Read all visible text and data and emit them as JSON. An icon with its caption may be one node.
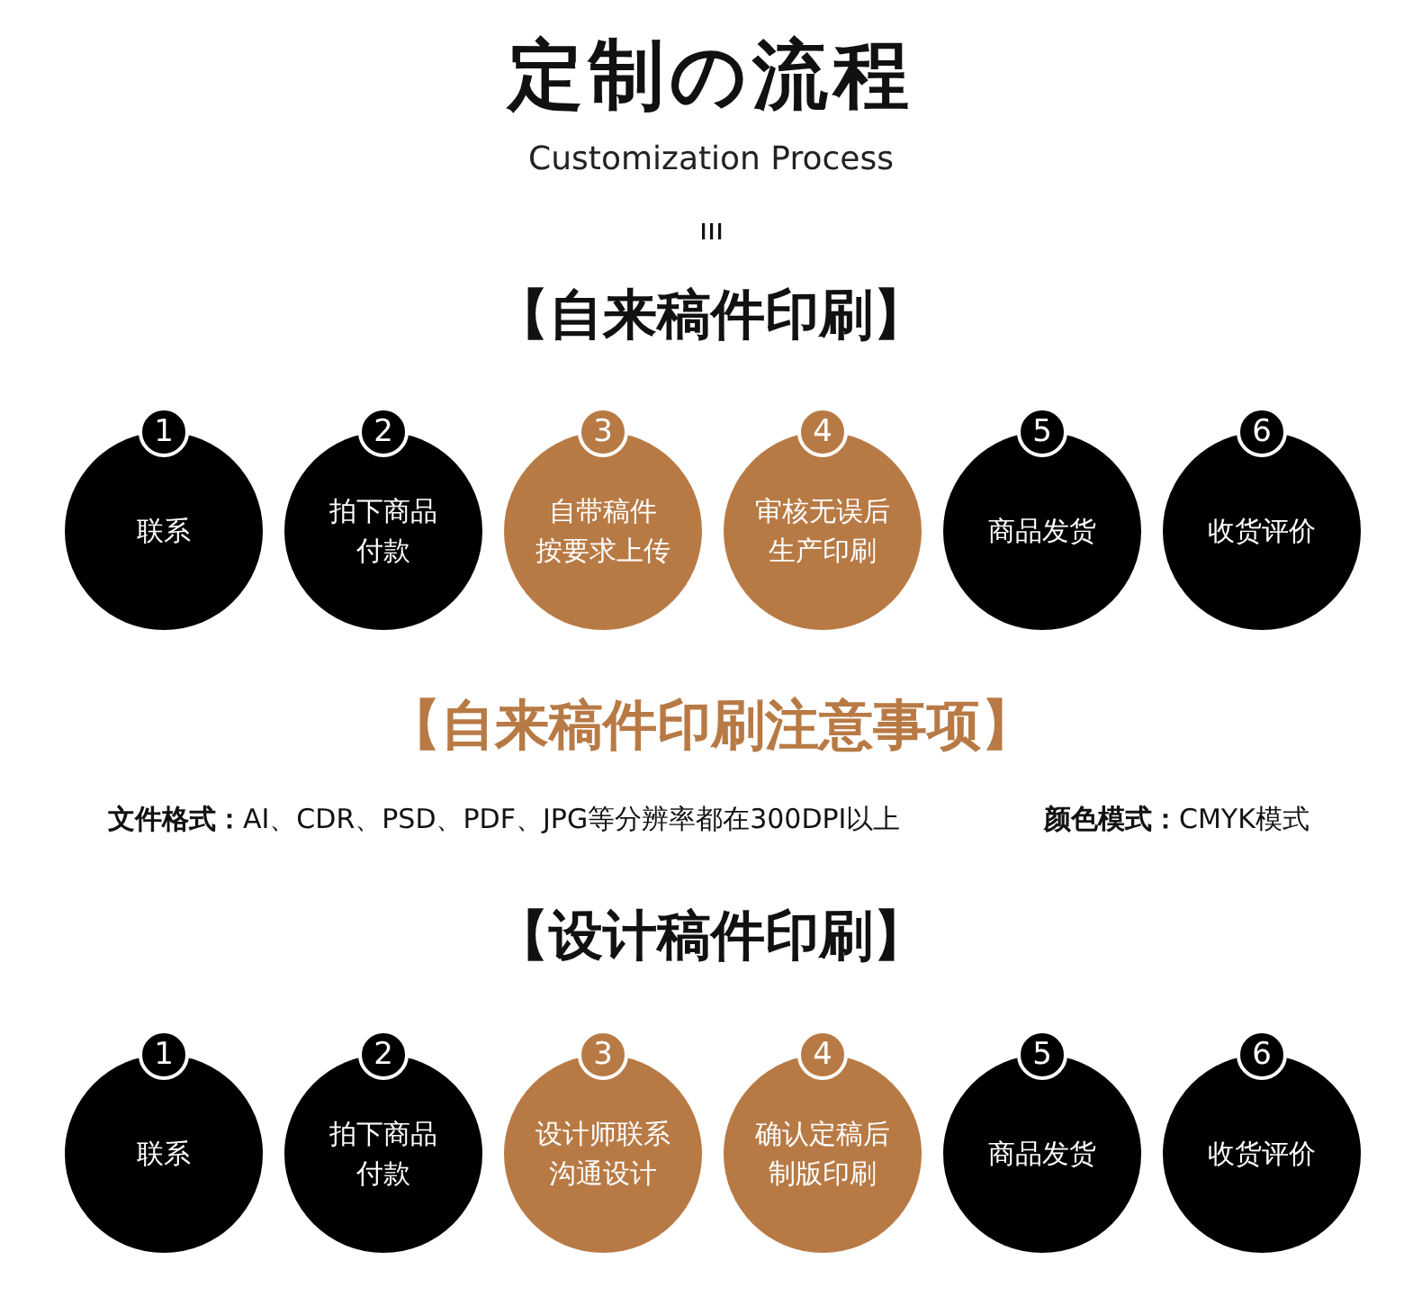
{
  "diagram": {
    "title": "定制の流程",
    "nodes": [
      {
        "text": [
          "1",
          "联系"
        ]
      },
      {
        "text": [
          "2",
          "拍下商品付款"
        ]
      },
      {
        "text": [
          "3",
          "自带稿件按要求上传"
        ]
      },
      {
        "text": [
          "4",
          "审核无误后生产印刷"
        ]
      },
      {
        "text": [
          "5",
          "商品发货"
        ]
      },
      {
        "text": [
          "6",
          "收货评价"
        ]
      },
      {
        "text": [
          "1",
          "联系"
        ]
      },
      {
        "text": [
          "2",
          "拍下商品付款"
        ]
      },
      {
        "text": [
          "3",
          "设计师联系沟通设计"
        ]
      },
      {
        "text": [
          "4",
          "确认定稿后制版印刷"
        ]
      },
      {
        "text": [
          "5",
          "商品发货"
        ]
      },
      {
        "text": [
          "6",
          "收货评价"
        ]
      }
    ],
    "labels": [
      "Customization Process",
      "【自来稿件印刷】",
      "【自来稿件印刷注意事项】",
      "**文件格式：**AI、CDR、PSD、PDF、JPG等分辨率都在300DPI以上",
      "**颜色模式：**CMYK模式",
      "【设计稿件印刷】"
    ]
  }
}
